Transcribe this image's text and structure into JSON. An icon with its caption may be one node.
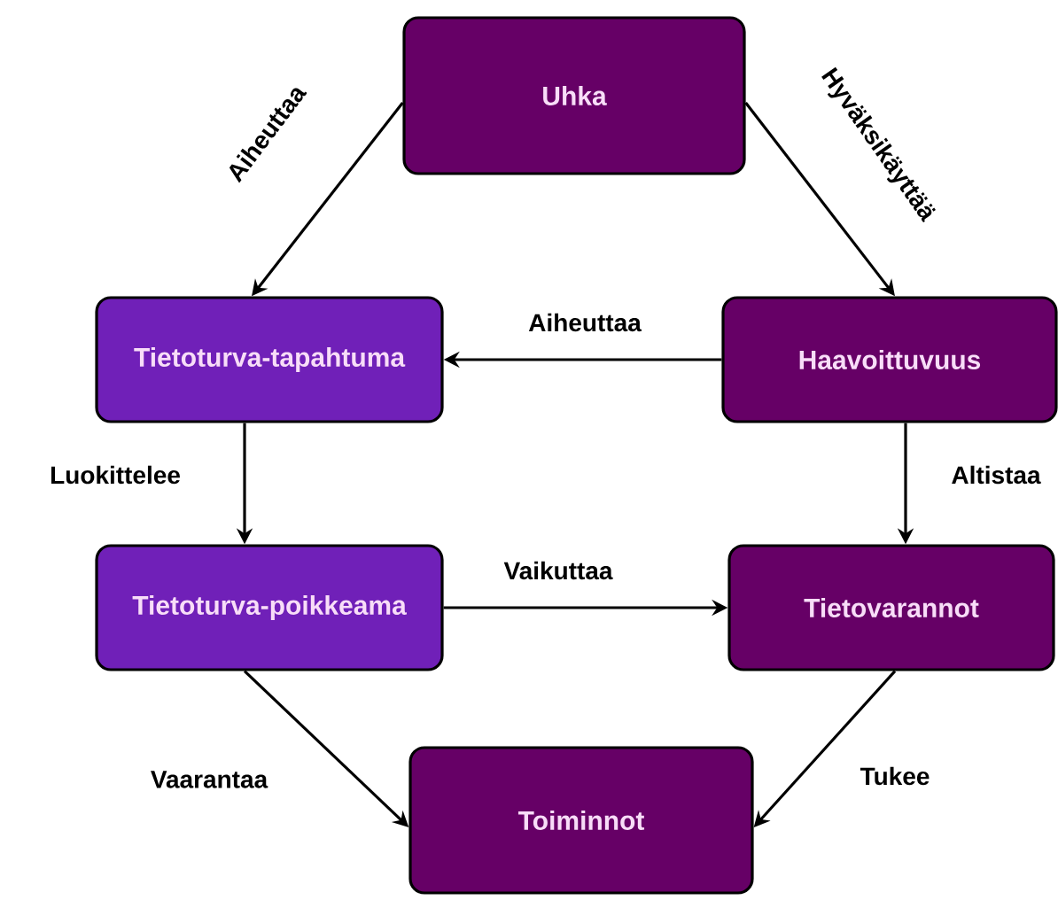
{
  "diagram": {
    "nodes": [
      {
        "text": [
          "Uhka"
        ]
      },
      {
        "text": [
          "Tietoturva-tapahtuma"
        ]
      },
      {
        "text": [
          "Haavoittuvuus"
        ]
      },
      {
        "text": [
          "Tietoturva-poikkeama"
        ]
      },
      {
        "text": [
          "Tietovarannot"
        ]
      },
      {
        "text": [
          "Toiminnot"
        ]
      }
    ],
    "edges": [
      {
        "from": 0,
        "to": 1,
        "arrow": "to",
        "label": "Aiheuttaa"
      },
      {
        "from": 0,
        "to": 2,
        "arrow": "to",
        "label": "Hyväksikäyttää"
      },
      {
        "from": 2,
        "to": 1,
        "arrow": "to",
        "label": "Aiheuttaa"
      },
      {
        "from": 1,
        "to": 3,
        "arrow": "to",
        "label": "Luokittelee"
      },
      {
        "from": 2,
        "to": 4,
        "arrow": "to",
        "label": "Altistaa"
      },
      {
        "from": 3,
        "to": 4,
        "arrow": "to",
        "label": "Vaikuttaa"
      },
      {
        "from": 3,
        "to": 5,
        "arrow": "to",
        "label": "Vaarantaa"
      },
      {
        "from": 4,
        "to": 5,
        "arrow": "to",
        "label": "Tukee"
      }
    ]
  }
}
